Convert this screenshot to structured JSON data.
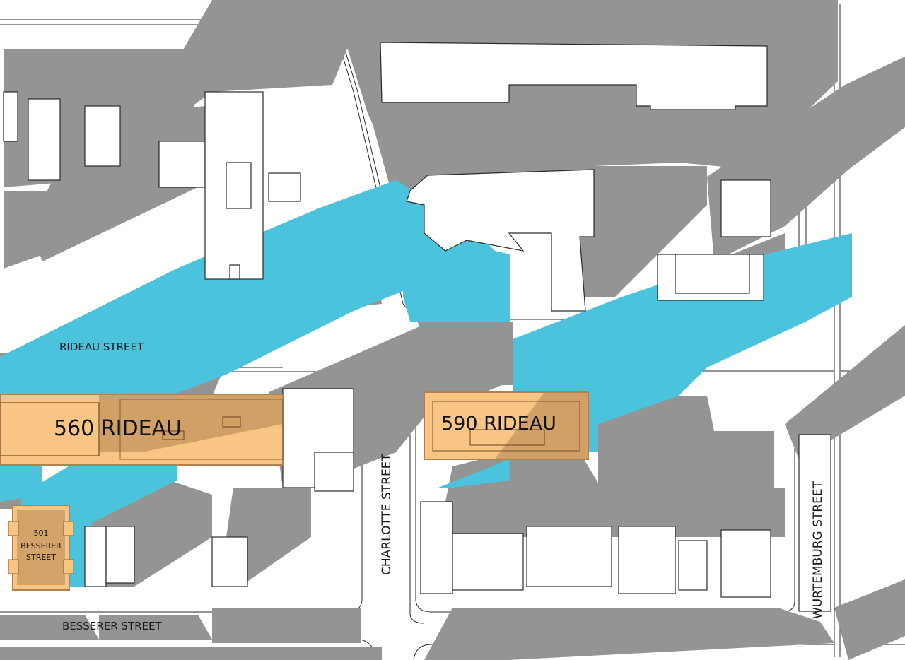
{
  "map": {
    "colors": {
      "background": "#ffffff",
      "shadow": "#949494",
      "highlight": "#4bc3dd",
      "subject_fill": "#f8c584",
      "subject_dark": "#b08150",
      "outline": "#2a2a2a"
    }
  },
  "streets": {
    "rideau": "RIDEAU STREET",
    "besserer": "BESSERER STREET",
    "charlotte": "CHARLOTTE STREET",
    "wurtemburg": "WURTEMBURG STREET"
  },
  "buildings": {
    "b560": "560 RIDEAU",
    "b590": "590 RIDEAU",
    "b501_line1": "501",
    "b501_line2": "BESSERER",
    "b501_line3": "STREET"
  }
}
